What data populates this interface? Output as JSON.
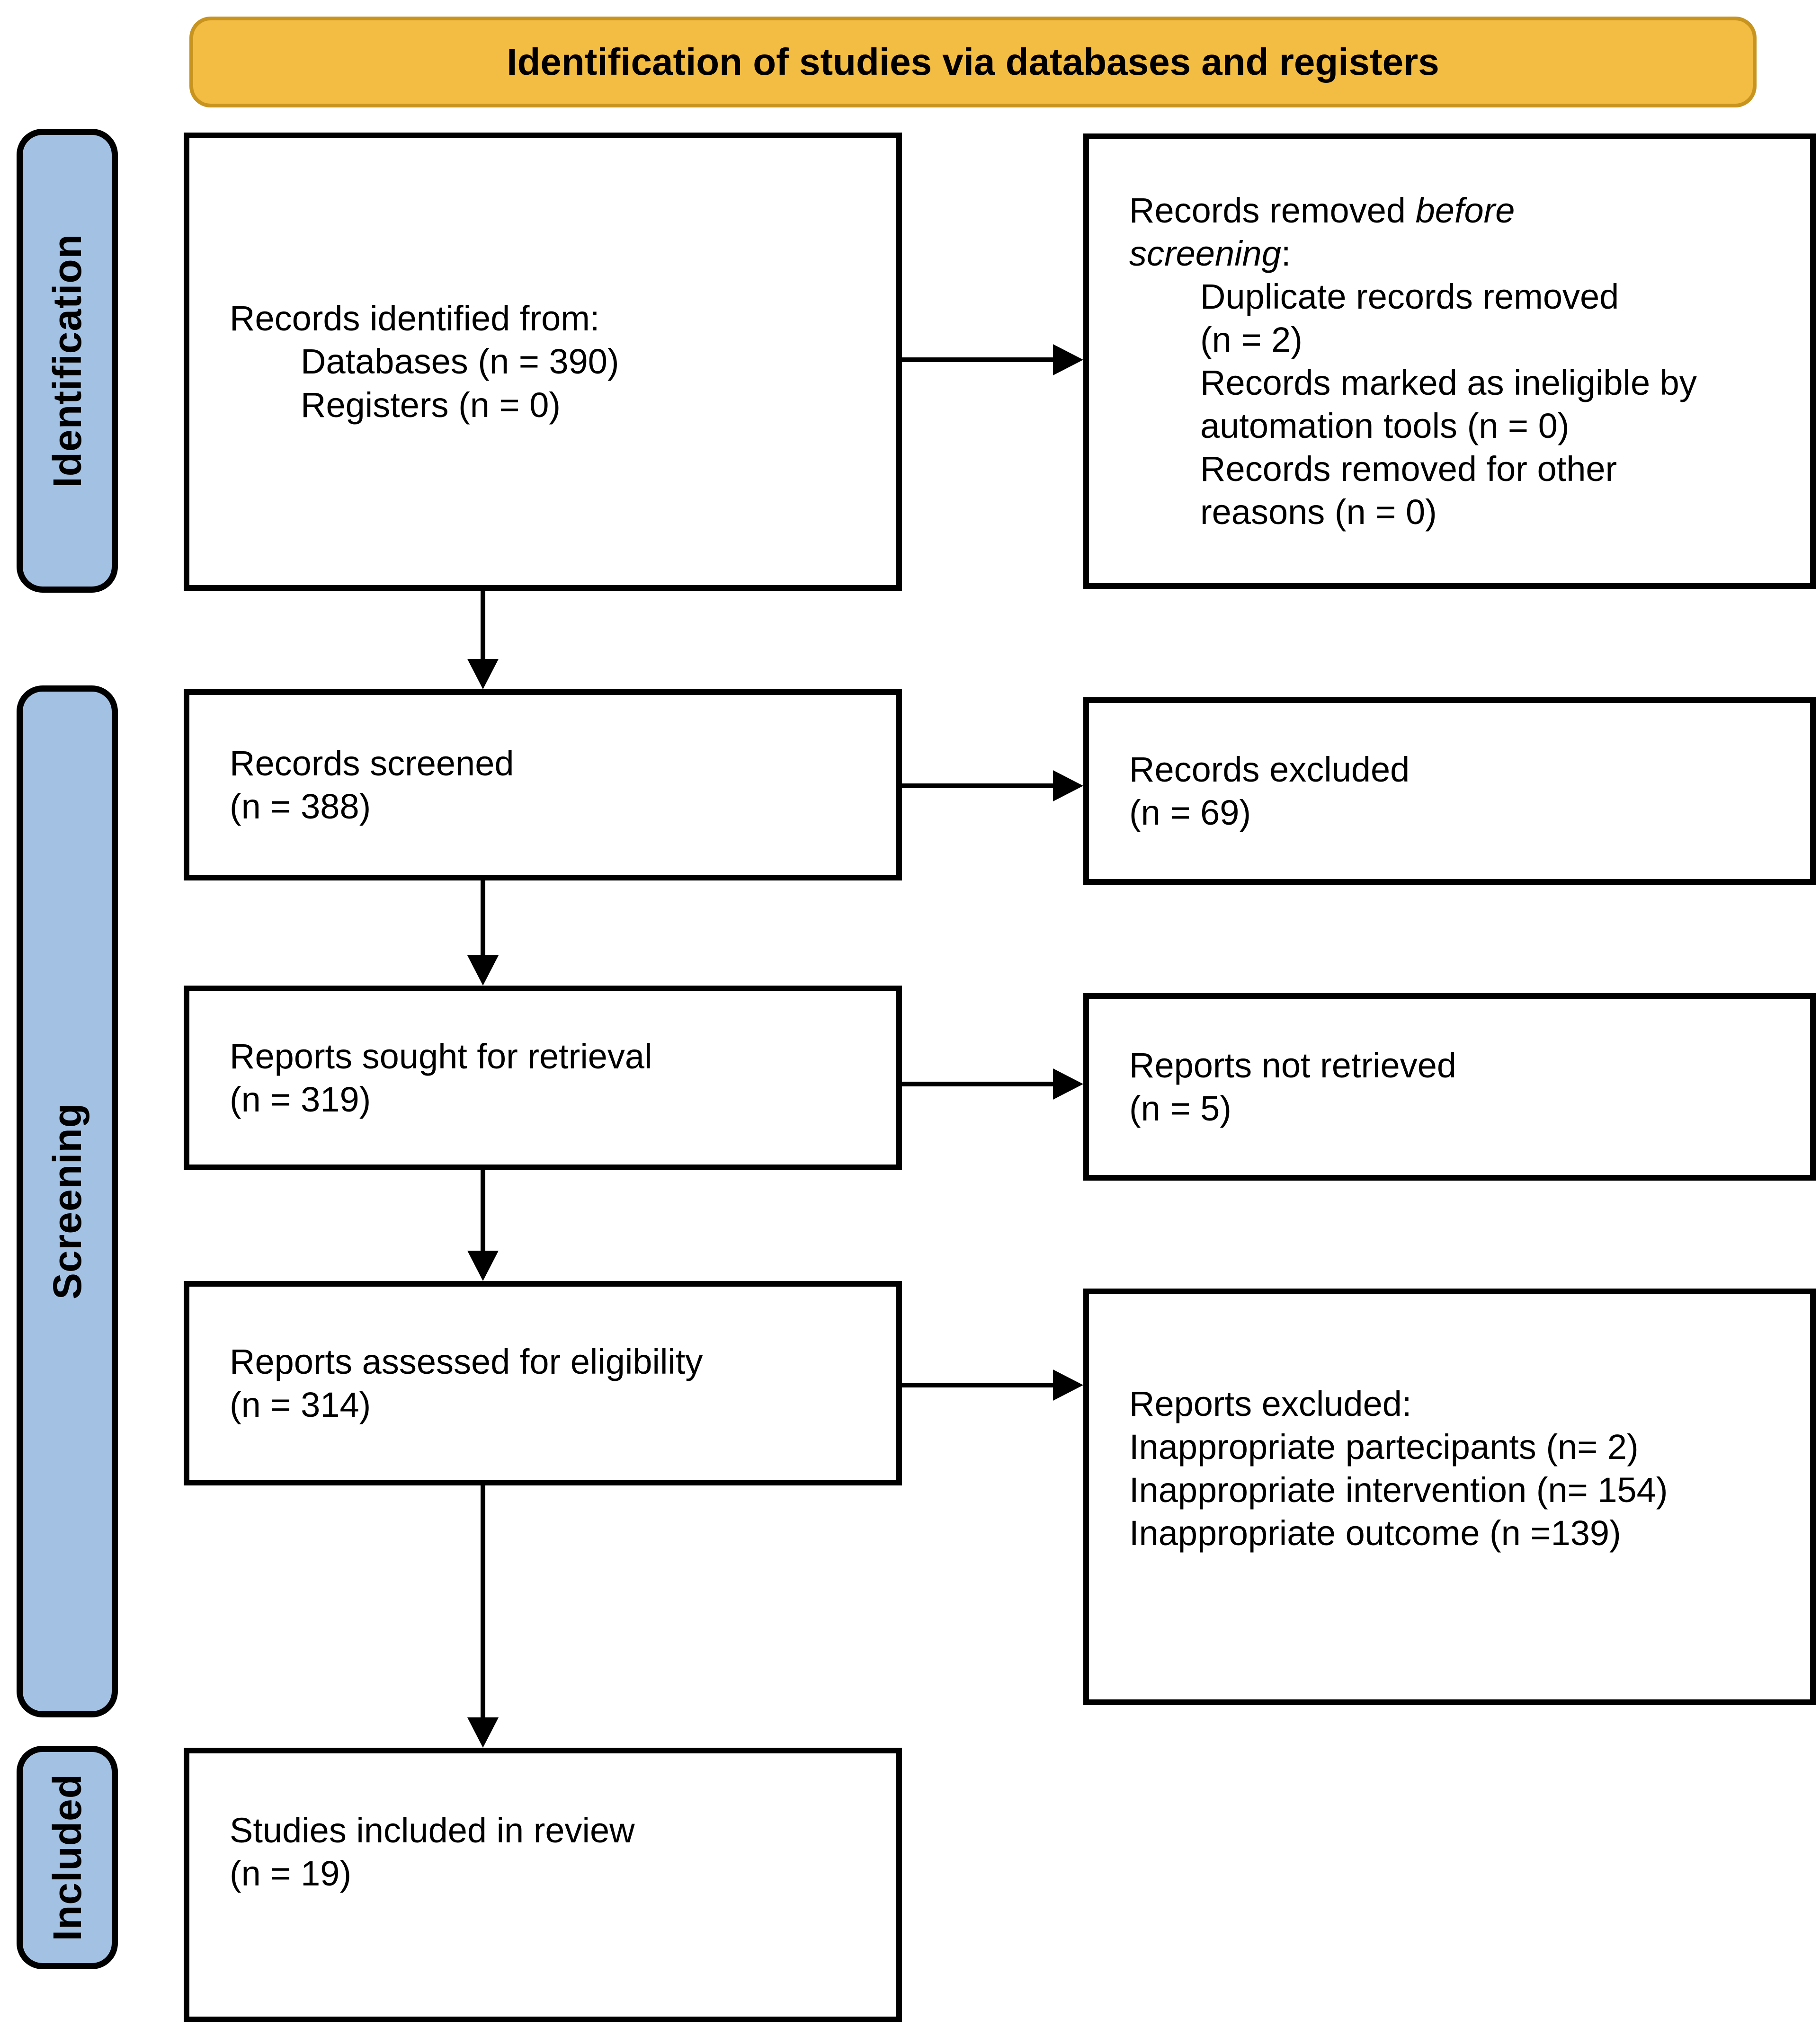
{
  "banner": {
    "title": "Identification of studies via databases and registers"
  },
  "stages": [
    {
      "label": "Identification"
    },
    {
      "label": "Screening"
    },
    {
      "label": "Included"
    }
  ],
  "colors": {
    "banner_fill": "#F3BC43",
    "banner_border": "#C8941E",
    "stage_fill": "#A3C2E3",
    "box_border": "#000000",
    "arrow": "#000000",
    "background": "#FFFFFF"
  },
  "boxes": {
    "records_identified": {
      "label": "Records identified from:",
      "items": [
        "Databases (n = 390)",
        "Registers (n = 0)"
      ]
    },
    "records_removed": {
      "lead_segments": [
        {
          "t": "Records removed ",
          "i": false
        },
        {
          "t": "before\nscreening",
          "i": true
        },
        {
          "t": ":",
          "i": false
        }
      ],
      "items": [
        "Duplicate records removed\n(n = 2)",
        "Records marked as ineligible by\nautomation tools (n = 0)",
        "Records removed for other\nreasons (n = 0)"
      ]
    },
    "records_screened": {
      "text": "Records screened\n(n = 388)"
    },
    "records_excluded": {
      "text": "Records excluded\n(n = 69)"
    },
    "reports_sought": {
      "text": "Reports sought for retrieval\n(n = 319)"
    },
    "reports_not_retrieved": {
      "text": "Reports not retrieved\n(n = 5)"
    },
    "reports_assessed": {
      "text": "Reports assessed for eligibility\n(n = 314)"
    },
    "reports_excluded": {
      "label": "Reports excluded:",
      "items": [
        "Inappropriate partecipants (n= 2)",
        "Inappropriate intervention (n= 154)",
        "Inappropriate outcome (n =139)"
      ]
    },
    "studies_included": {
      "text": "Studies included in review\n(n = 19)"
    }
  }
}
